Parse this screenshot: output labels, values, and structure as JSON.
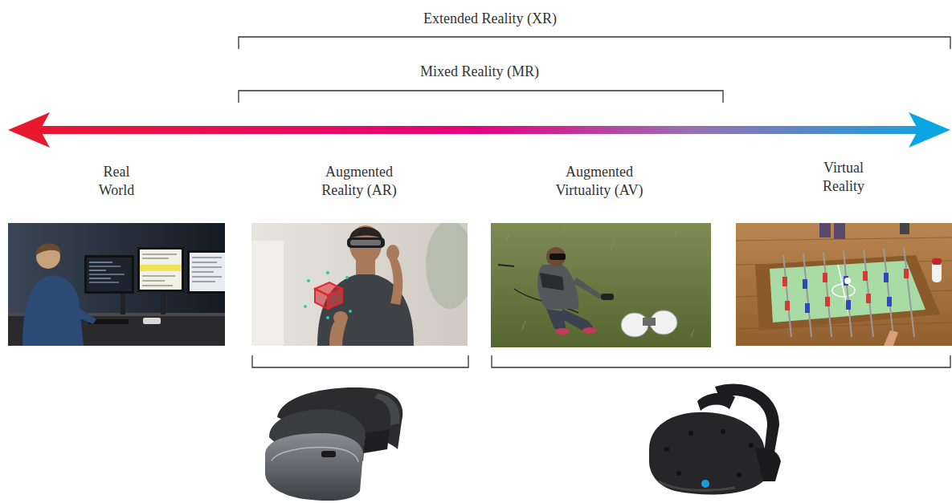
{
  "diagram": {
    "labels": [
      "Extended Reality (XR)",
      "Mixed Reality (MR)",
      "Real World",
      "Augmented Reality (AR)",
      "Augmented Virtuality (AV)",
      "Virtual Reality"
    ]
  }
}
